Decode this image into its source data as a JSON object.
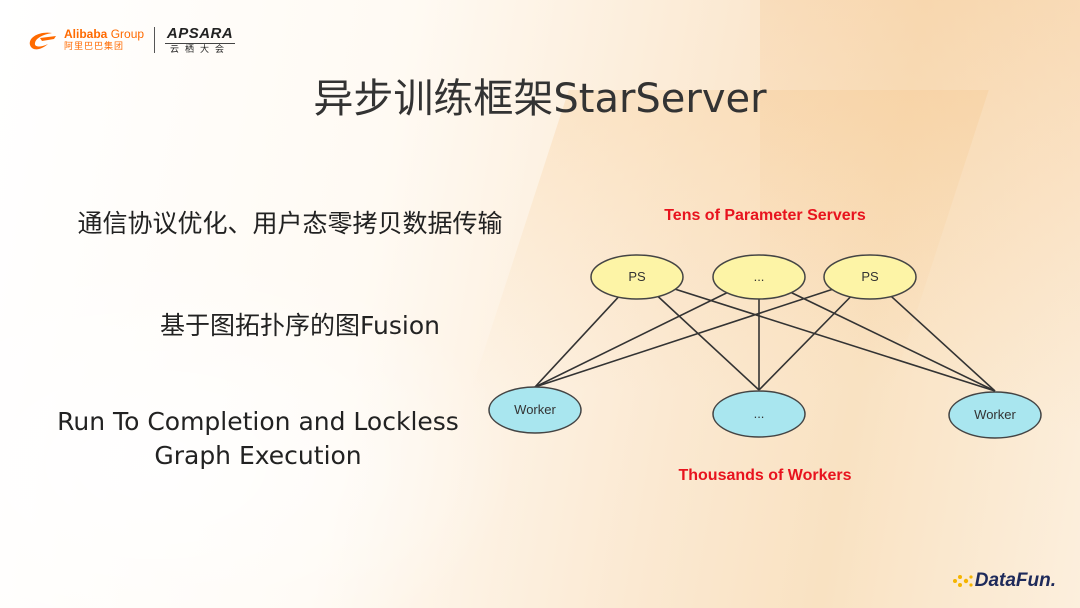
{
  "header": {
    "alibaba_brand": "Alibaba",
    "alibaba_group": "Group",
    "alibaba_cn": "阿里巴巴集团",
    "apsara_name": "APSARA",
    "apsara_cn": "云栖大会"
  },
  "title": "异步训练框架StarServer",
  "bullets": [
    "通信协议优化、用户态零拷贝数据传输",
    "基于图拓扑序的图Fusion",
    "Run To Completion and Lockless",
    "Graph Execution"
  ],
  "diagram": {
    "top_label": "Tens of Parameter Servers",
    "bottom_label": "Thousands of Workers",
    "ps_nodes": [
      "PS",
      "...",
      "PS"
    ],
    "worker_nodes": [
      "Worker",
      "...",
      "Worker"
    ],
    "colors": {
      "ps_fill": "#fdf4a6",
      "worker_fill": "#a9e6ef",
      "label_red": "#e8131e"
    }
  },
  "footer": {
    "brand": "DataFun."
  }
}
